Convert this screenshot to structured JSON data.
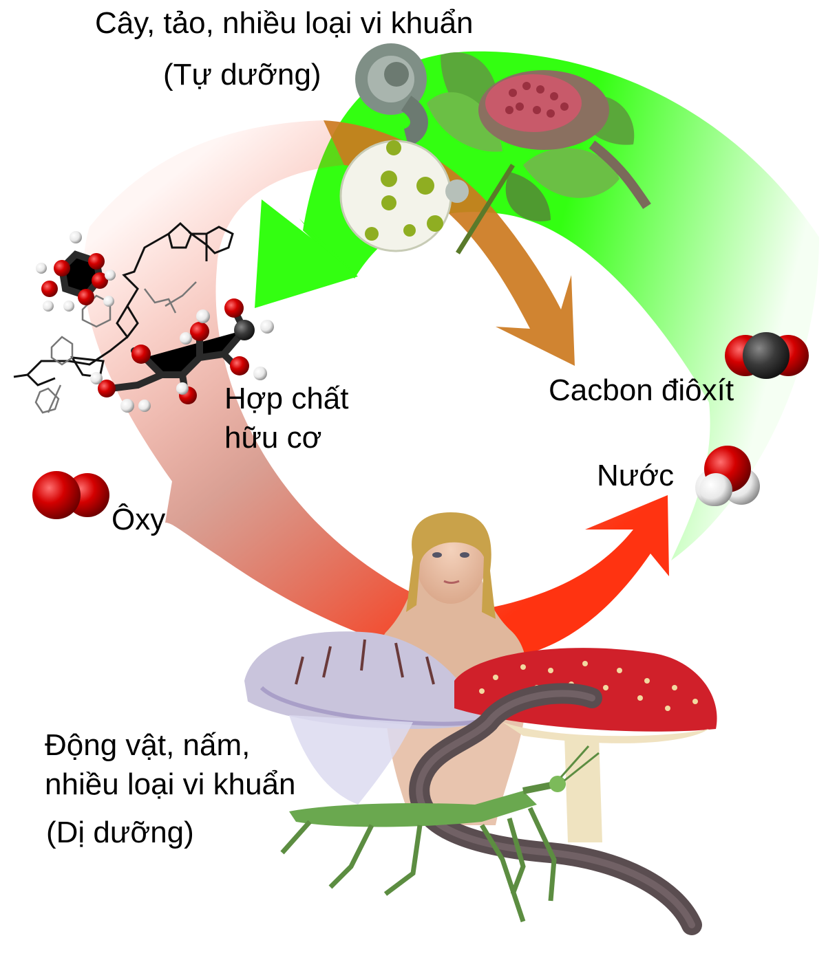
{
  "autotrophs": {
    "line1": "Cây, tảo, nhiều loại vi khuẩn",
    "line2": "(Tự dưỡng)"
  },
  "organic_compounds": {
    "line1": "Hợp chất",
    "line2": "hữu cơ"
  },
  "carbon_dioxide": "Cacbon điôxít",
  "water": "Nước",
  "oxygen": "Ôxy",
  "heterotrophs": {
    "line1": "Động vật, nấm,",
    "line2": "nhiều loại vi khuẩn",
    "line3": "(Dị dưỡng)"
  },
  "colors": {
    "green_arrow": "#33ff11",
    "red_arrow": "#ff4422",
    "orange_overlap": "#cc7a1f",
    "oxygen_atom": "#d40000",
    "carbon_atom": "#3a3a3a",
    "hydrogen_atom": "#f2f2f2"
  },
  "icons": [
    "plant-images",
    "glucose-molecule",
    "structural-formula",
    "co2-molecule",
    "water-molecule",
    "o2-molecule",
    "animal-fungi-images"
  ]
}
